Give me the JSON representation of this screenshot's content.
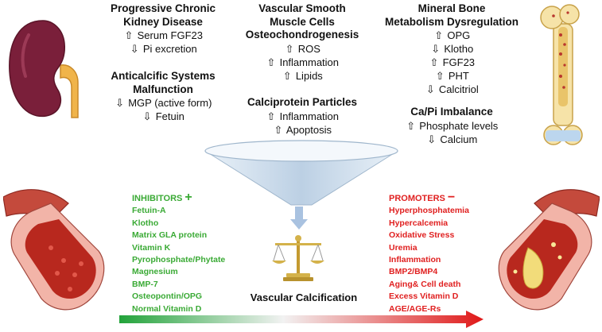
{
  "blocks": {
    "ckd": {
      "h1": "Progressive Chronic",
      "h2": "Kidney Disease",
      "lines": [
        "Serum FGF23",
        "Pi excretion"
      ],
      "dirs": [
        "up",
        "down"
      ]
    },
    "anticalcific": {
      "h1": "Anticalcific Systems",
      "h2": "Malfunction",
      "lines": [
        "MGP (active form)",
        "Fetuin"
      ],
      "dirs": [
        "down",
        "down"
      ]
    },
    "vsmc": {
      "h1": "Vascular Smooth",
      "h2": "Muscle Cells",
      "h3": "Osteochondrogenesis",
      "lines": [
        "ROS",
        "Inflammation",
        "Lipids"
      ],
      "dirs": [
        "up",
        "up",
        "up"
      ]
    },
    "cpp": {
      "h1": "Calciprotein Particles",
      "lines": [
        "Inflammation",
        "Apoptosis"
      ],
      "dirs": [
        "up",
        "up"
      ]
    },
    "mbm": {
      "h1": "Mineral Bone",
      "h2": "Metabolism Dysregulation",
      "lines": [
        "OPG",
        "Klotho",
        "FGF23",
        "PHT",
        "Calcitriol"
      ],
      "dirs": [
        "up",
        "down",
        "up",
        "up",
        "down"
      ]
    },
    "capi": {
      "h1": "Ca/Pi Imbalance",
      "lines": [
        "Phosphate levels",
        "Calcium"
      ],
      "dirs": [
        "up",
        "down"
      ]
    }
  },
  "inhibitors": {
    "title": "INHIBITORS",
    "symbol": "+",
    "items": [
      "Fetuin-A",
      "Klotho",
      "Matrix GLA protein",
      "Vitamin K",
      "Pyrophosphate/Phytate",
      "Magnesium",
      "BMP-7",
      "Osteopontin/OPG",
      "Normal Vitamin D"
    ]
  },
  "promoters": {
    "title": "PROMOTERS",
    "symbol": "−",
    "items": [
      "Hyperphosphatemia",
      "Hypercalcemia",
      "Oxidative Stress",
      "Uremia",
      "Inflammation",
      "BMP2/BMP4",
      "Aging& Cell death",
      "Excess Vitamin D",
      "AGE/AGE-Rs"
    ]
  },
  "outcome": "Vascular Calcification",
  "arrows": {
    "up": "⇧",
    "down": "⇩"
  },
  "colors": {
    "inhibitor": "#3aaa35",
    "promoter": "#e02020",
    "kidney": "#7a1f3a",
    "funnel": "#c8d9ea",
    "scale": "#d4b24a"
  }
}
